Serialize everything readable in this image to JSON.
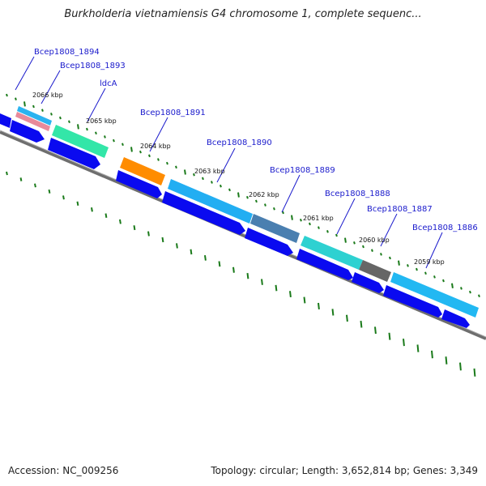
{
  "title": "Burkholderia vietnamiensis G4 chromosome 1, complete sequenc...",
  "footer": {
    "accession": "Accession: NC_009256",
    "summary": "Topology: circular; Length: 3,652,814 bp; Genes: 3,349"
  },
  "ticks": [
    "2066 kbp",
    "2065 kbp",
    "2064 kbp",
    "2063 kbp",
    "2062 kbp",
    "2061 kbp",
    "2060 kbp",
    "2059 kbp"
  ],
  "genes": [
    {
      "name": "Bcep1808_1894",
      "color": "#2ab3f0"
    },
    {
      "name": "Bcep1808_1893",
      "color": "#e88a9a"
    },
    {
      "name": "ldcA",
      "color": "#33e6a8"
    },
    {
      "name": "Bcep1808_1891",
      "color": "#ff8c00"
    },
    {
      "name": "Bcep1808_1890",
      "color": "#22aef2"
    },
    {
      "name": "Bcep1808_1889",
      "color": "#4a7fb0"
    },
    {
      "name": "Bcep1808_1888",
      "color": "#2ed1d1"
    },
    {
      "name": "Bcep1808_1887",
      "color": "#666666"
    },
    {
      "name": "Bcep1808_1886",
      "color": "#22b8f2"
    }
  ],
  "colors": {
    "backbone": "#8a8a8a",
    "cds": "#0a0af0",
    "dots": "#1a7a1a",
    "label": "#1a1acc"
  }
}
